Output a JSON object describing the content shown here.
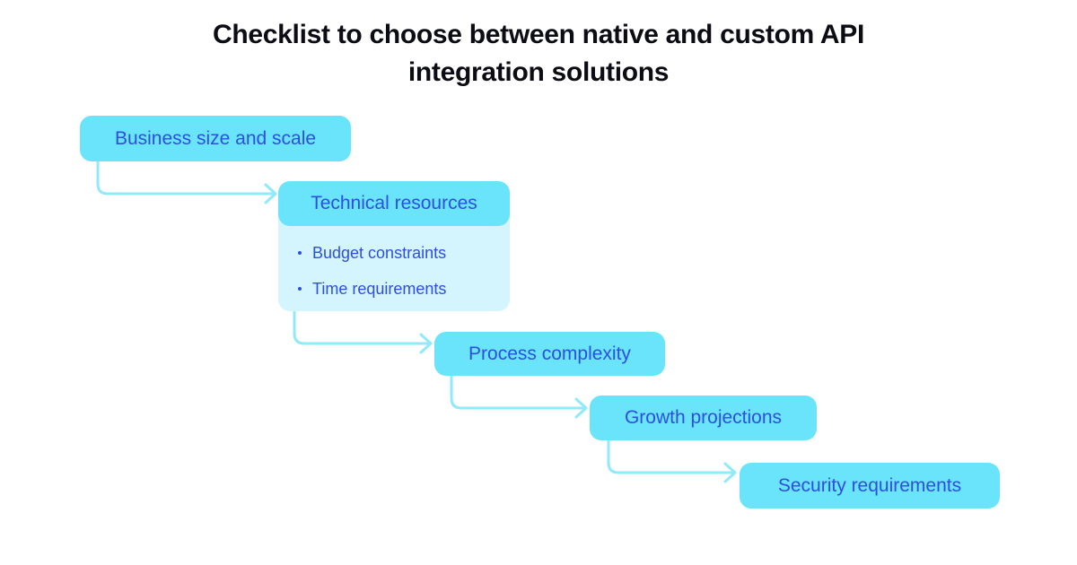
{
  "title": {
    "line1": "Checklist to choose between native and custom API",
    "line2": "integration solutions"
  },
  "checklist": {
    "items": [
      {
        "label": "Business size and scale"
      },
      {
        "label": "Technical resources",
        "sub_items": [
          "Budget constraints",
          "Time requirements"
        ]
      },
      {
        "label": "Process complexity"
      },
      {
        "label": "Growth projections"
      },
      {
        "label": "Security requirements"
      }
    ]
  },
  "colors": {
    "background": "#FFFFFF",
    "node_fill": "#69E4FA",
    "node_sub_fill": "#D4F5FD",
    "node_text": "#2D4FE1",
    "arrow": "#90EAFB",
    "title_text": "#0C0C14"
  }
}
